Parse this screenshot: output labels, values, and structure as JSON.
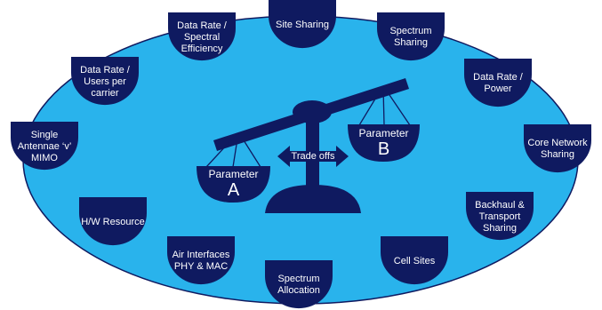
{
  "colors": {
    "ellipse_fill": "#29b3ec",
    "ellipse_stroke": "#0f1a60",
    "cup_fill": "#0f1a60",
    "scale_fill": "#0f1a60",
    "text": "#ffffff"
  },
  "cups": [
    {
      "id": "site-sharing",
      "lines": [
        "Site Sharing"
      ]
    },
    {
      "id": "spectrum-sharing",
      "lines": [
        "Spectrum",
        "Sharing"
      ]
    },
    {
      "id": "data-rate-power",
      "lines": [
        "Data Rate /",
        "Power"
      ]
    },
    {
      "id": "core-network-sharing",
      "lines": [
        "Core Network",
        "Sharing"
      ]
    },
    {
      "id": "backhaul-transport-sharing",
      "lines": [
        "Backhaul &",
        "Transport",
        "Sharing"
      ]
    },
    {
      "id": "cell-sites",
      "lines": [
        "Cell Sites"
      ]
    },
    {
      "id": "spectrum-allocation",
      "lines": [
        "Spectrum",
        "Allocation"
      ]
    },
    {
      "id": "air-interfaces",
      "lines": [
        "Air Interfaces",
        "PHY & MAC"
      ]
    },
    {
      "id": "hw-resource",
      "lines": [
        "H/W Resource"
      ]
    },
    {
      "id": "single-antennae-mimo",
      "lines": [
        "Single",
        "Antennae ‘v’",
        "MIMO"
      ]
    },
    {
      "id": "data-rate-users",
      "lines": [
        "Data Rate /",
        "Users per",
        "carrier"
      ]
    },
    {
      "id": "data-rate-spectral",
      "lines": [
        "Data Rate /",
        "Spectral",
        "Efficiency"
      ]
    }
  ],
  "scale": {
    "param_a_label": "Parameter",
    "param_a_letter": "A",
    "param_b_label": "Parameter",
    "param_b_letter": "B",
    "tradeoffs_label": "Trade offs"
  }
}
